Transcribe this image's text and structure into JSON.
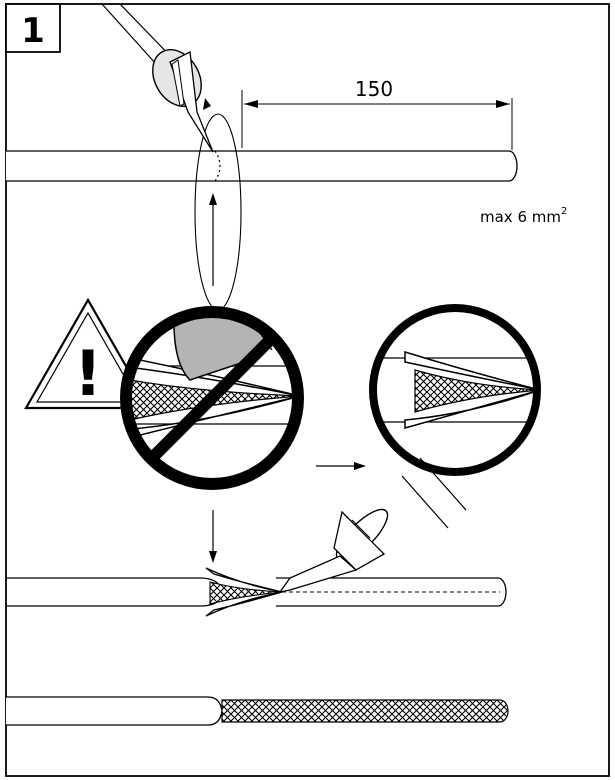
{
  "step": {
    "number": "1"
  },
  "dimension": {
    "length": "150"
  },
  "cable_spec": {
    "prefix": "max 6 mm",
    "superscript": "2"
  },
  "warning": {
    "symbol": "!"
  },
  "colors": {
    "line": "#000000",
    "tool_fill": "#e6e6e6",
    "blade_grey": "#b4b4b4",
    "background": "#ffffff"
  },
  "icons": [
    "warning-triangle-icon",
    "prohibited-icon",
    "correct-method-icon",
    "cable-knife-icon",
    "stripping-tool-icon"
  ]
}
